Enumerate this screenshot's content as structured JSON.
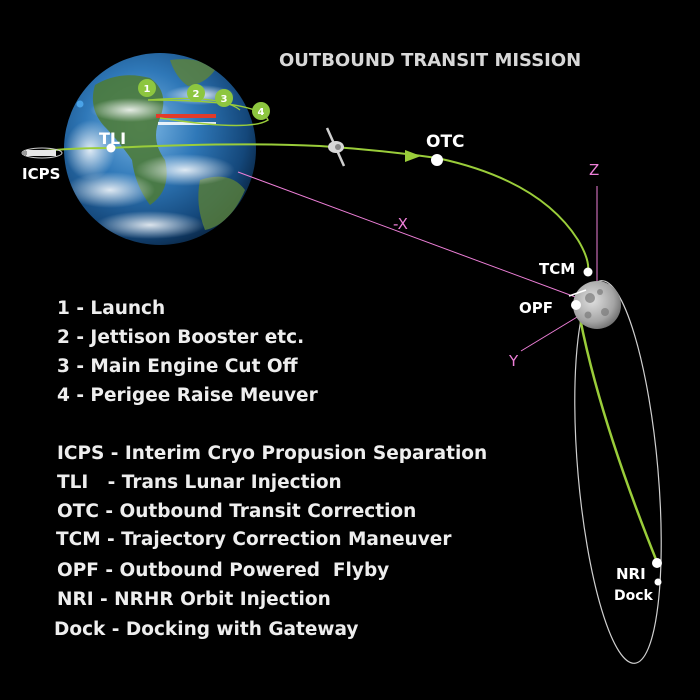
{
  "title": "OUTBOUND TRANSIT MISSION",
  "labels": {
    "icps": "ICPS",
    "tli": "TLI",
    "otc": "OTC",
    "tcm": "TCM",
    "opf": "OPF",
    "nri": "NRI",
    "dock": "Dock"
  },
  "axes": {
    "x": "-X",
    "y": "Y",
    "z": "Z"
  },
  "steps": [
    "1",
    "2",
    "3",
    "4"
  ],
  "legend_steps": [
    "1 - Launch",
    "2 - Jettison Booster etc.",
    "3 - Main Engine Cut Off",
    "4 - Perigee Raise Meuver"
  ],
  "legend_terms": [
    "ICPS - Interim Cryo Propusion Separation",
    "TLI   - Trans Lunar Injection",
    "OTC - Outbound Transit Correction",
    "TCM - Trajectory Correction Maneuver",
    "OPF - Outbound Powered  Flyby",
    "NRI - NRHR Orbit Injection",
    "Dock - Docking with Gateway"
  ],
  "colors": {
    "background": "#000000",
    "trajectory": "#9acd3a",
    "axis": "#ee7fd8",
    "orbit": "#d0d0d0",
    "step_badge": "#8dc63f",
    "ocean": "#1f6aa6",
    "land": "#4f7a3a",
    "moon": "#a8a8a8"
  }
}
